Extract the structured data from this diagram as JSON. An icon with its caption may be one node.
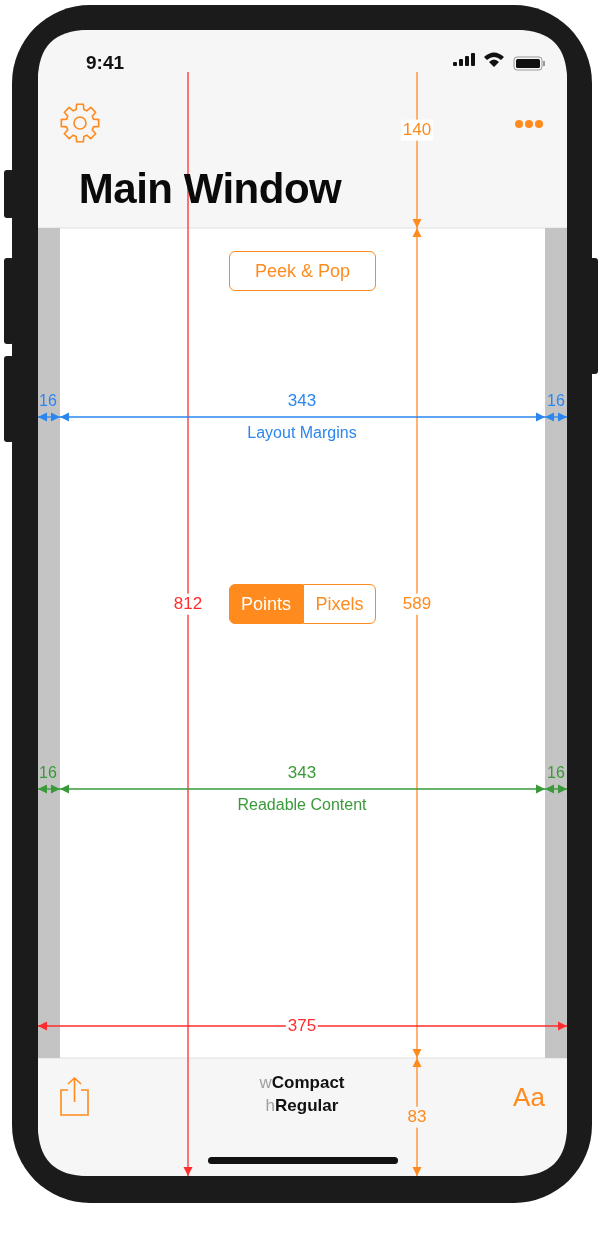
{
  "diagram": {
    "nodes": [
      {
        "text": [
          "Peek & Pop"
        ]
      },
      {
        "text": [
          "Points"
        ]
      },
      {
        "text": [
          "Pixels"
        ]
      }
    ],
    "labels": [
      "9:41",
      "140",
      "Main Window",
      "16",
      "343",
      "16",
      "Layout Margins",
      "812",
      "589",
      "16",
      "343",
      "16",
      "Readable Content",
      "375",
      "wCompact",
      "hRegular",
      "83",
      "Aa"
    ]
  }
}
